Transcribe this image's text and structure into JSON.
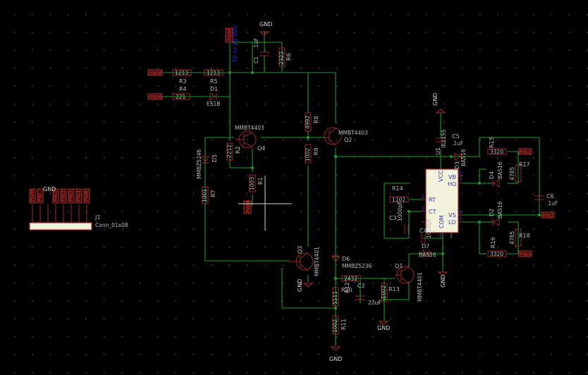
{
  "nets": {
    "gnd": "GND",
    "vin_label": "10 to 25 VDC"
  },
  "ports": {
    "pwm": "PWM",
    "pin1": "PIN1",
    "pin2": "PIN2",
    "pin3": "PIN3",
    "pin4": "PIN4"
  },
  "connector": {
    "ref": "J1",
    "value": "Conn_01x08",
    "pin_labels": [
      "PWM",
      "PIN",
      "GND",
      "PIN1",
      "PIN2",
      "PIN3",
      "PIN4",
      "PWR"
    ]
  },
  "parts": {
    "r3": {
      "ref": "R3",
      "value": "1213"
    },
    "r5": {
      "ref": "R5",
      "value": "1213"
    },
    "r4": {
      "ref": "R4",
      "value": "221"
    },
    "d1": {
      "ref": "D1",
      "value": "E51B"
    },
    "c1": {
      "ref": "C1",
      "value": ".1uF"
    },
    "r6": {
      "ref": "R6",
      "value": "2322"
    },
    "r8": {
      "ref": "R8",
      "value": "4992"
    },
    "r9": {
      "ref": "R9",
      "value": "1002"
    },
    "q2": {
      "ref": "Q2",
      "value": "MMBT4403"
    },
    "q4": {
      "ref": "Q4",
      "value": "MMBT4403"
    },
    "r2": {
      "ref": "R2",
      "value": "2212"
    },
    "r1": {
      "ref": "R1",
      "value": "1003"
    },
    "d5": {
      "ref": "D5",
      "value": "MMBZ5246"
    },
    "r7": {
      "ref": "R7",
      "value": "1001"
    },
    "q3": {
      "ref": "Q3",
      "value": "MMBT4401"
    },
    "d6": {
      "ref": "D6",
      "value": "MMBZ5236"
    },
    "r10": {
      "ref": "R10",
      "value": "2432"
    },
    "r12": {
      "ref": "R12",
      "value": "5111"
    },
    "r11": {
      "ref": "R11",
      "value": "1002"
    },
    "c2": {
      "ref": "C2",
      "value": "22uF"
    },
    "r13": {
      "ref": "R13",
      "value": "1002"
    },
    "q1": {
      "ref": "Q1",
      "value": "MMBT4401"
    },
    "r14": {
      "ref": "R14",
      "value": "1102"
    },
    "c3": {
      "ref": "C3",
      "value": "1000pF"
    },
    "c4": {
      "ref": "C4",
      "value": "1000pF"
    },
    "d7": {
      "ref": "D7",
      "value": "BAS16"
    },
    "c5": {
      "ref": "C5",
      "value": ".1uF"
    },
    "u1": {
      "ref": "U1",
      "value": "IR2155"
    },
    "d3": {
      "ref": "D3",
      "value": "BAS16"
    },
    "r15": {
      "ref": "R15",
      "value": "3320"
    },
    "r17": {
      "ref": "R17",
      "value": "4785"
    },
    "d4": {
      "ref": "D4",
      "value": "BAS16"
    },
    "c6": {
      "ref": "C6",
      "value": ".1uF"
    },
    "d2": {
      "ref": "D2",
      "value": "BAS16"
    },
    "r16": {
      "ref": "R16",
      "value": "3320"
    },
    "r18": {
      "ref": "R18",
      "value": "4785"
    }
  },
  "ic_pins": {
    "vcc": "VCC",
    "vb": "VB",
    "ho": "HO",
    "rt": "RT",
    "ct": "CT",
    "com": "COM",
    "vs": "VS",
    "lo": "LO",
    "n1": "1",
    "n2": "2",
    "n3": "3",
    "n4": "4",
    "n5": "5",
    "n6": "6",
    "n7": "7",
    "n8": "8"
  },
  "colors": {
    "wire": "#1f9a2f",
    "component": "#a83030",
    "label_text": "#c6c6c6",
    "background": "#000000",
    "ic_fill": "#f2f2dc",
    "power_label": "#2a2aee"
  }
}
